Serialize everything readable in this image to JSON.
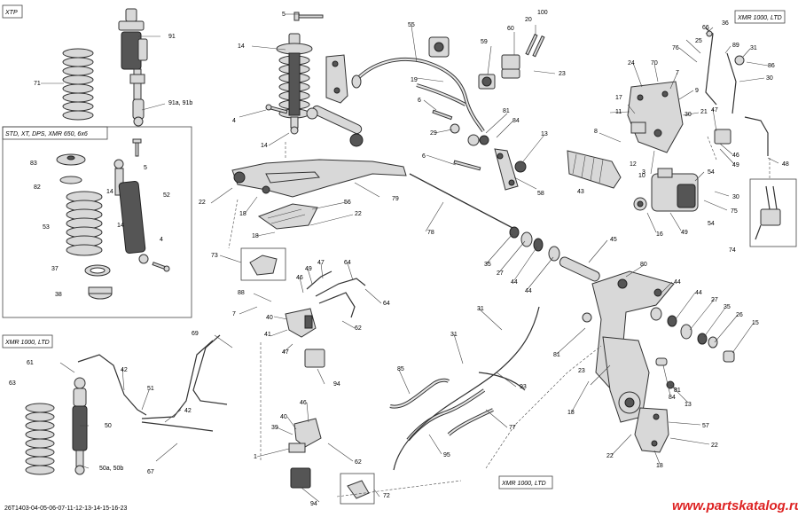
{
  "callouts": [
    {
      "label": "5"
    },
    {
      "label": "91"
    },
    {
      "label": "71"
    },
    {
      "label": "91a, 91b"
    },
    {
      "label": "14"
    },
    {
      "label": "4"
    },
    {
      "label": "14"
    },
    {
      "label": "55"
    },
    {
      "label": "100"
    },
    {
      "label": "20"
    },
    {
      "label": "60"
    },
    {
      "label": "59"
    },
    {
      "label": "19"
    },
    {
      "label": "23"
    },
    {
      "label": "6"
    },
    {
      "label": "81"
    },
    {
      "label": "84"
    },
    {
      "label": "29"
    },
    {
      "label": "13"
    },
    {
      "label": "6"
    },
    {
      "label": "58"
    },
    {
      "label": "36"
    },
    {
      "label": "66"
    },
    {
      "label": "25"
    },
    {
      "label": "76"
    },
    {
      "label": "89"
    },
    {
      "label": "31"
    },
    {
      "label": "86"
    },
    {
      "label": "24"
    },
    {
      "label": "70"
    },
    {
      "label": "7"
    },
    {
      "label": "30"
    },
    {
      "label": "17"
    },
    {
      "label": "11"
    },
    {
      "label": "9"
    },
    {
      "label": "21"
    },
    {
      "label": "47"
    },
    {
      "label": "30"
    },
    {
      "label": "8"
    },
    {
      "label": "12"
    },
    {
      "label": "10"
    },
    {
      "label": "46"
    },
    {
      "label": "49"
    },
    {
      "label": "48"
    },
    {
      "label": "3"
    },
    {
      "label": "54"
    },
    {
      "label": "43"
    },
    {
      "label": "54"
    },
    {
      "label": "30"
    },
    {
      "label": "75"
    },
    {
      "label": "16"
    },
    {
      "label": "49"
    },
    {
      "label": "74"
    },
    {
      "label": "83"
    },
    {
      "label": "5"
    },
    {
      "label": "82"
    },
    {
      "label": "14"
    },
    {
      "label": "52"
    },
    {
      "label": "53"
    },
    {
      "label": "14"
    },
    {
      "label": "4"
    },
    {
      "label": "37"
    },
    {
      "label": "38"
    },
    {
      "label": "22"
    },
    {
      "label": "18"
    },
    {
      "label": "79"
    },
    {
      "label": "56"
    },
    {
      "label": "22"
    },
    {
      "label": "18"
    },
    {
      "label": "78"
    },
    {
      "label": "35"
    },
    {
      "label": "27"
    },
    {
      "label": "44"
    },
    {
      "label": "44"
    },
    {
      "label": "45"
    },
    {
      "label": "80"
    },
    {
      "label": "73"
    },
    {
      "label": "49"
    },
    {
      "label": "47"
    },
    {
      "label": "64"
    },
    {
      "label": "46"
    },
    {
      "label": "64"
    },
    {
      "label": "88"
    },
    {
      "label": "7"
    },
    {
      "label": "40"
    },
    {
      "label": "62"
    },
    {
      "label": "41"
    },
    {
      "label": "47"
    },
    {
      "label": "94"
    },
    {
      "label": "69"
    },
    {
      "label": "31"
    },
    {
      "label": "31"
    },
    {
      "label": "44"
    },
    {
      "label": "44"
    },
    {
      "label": "27"
    },
    {
      "label": "35"
    },
    {
      "label": "26"
    },
    {
      "label": "15"
    },
    {
      "label": "81"
    },
    {
      "label": "23"
    },
    {
      "label": "81"
    },
    {
      "label": "84"
    },
    {
      "label": "13"
    },
    {
      "label": "18"
    },
    {
      "label": "57"
    },
    {
      "label": "22"
    },
    {
      "label": "18"
    },
    {
      "label": "22"
    },
    {
      "label": "61"
    },
    {
      "label": "42"
    },
    {
      "label": "63"
    },
    {
      "label": "51"
    },
    {
      "label": "42"
    },
    {
      "label": "50"
    },
    {
      "label": "50a, 50b"
    },
    {
      "label": "67"
    },
    {
      "label": "46"
    },
    {
      "label": "40"
    },
    {
      "label": "39"
    },
    {
      "label": "1"
    },
    {
      "label": "62"
    },
    {
      "label": "85"
    },
    {
      "label": "93"
    },
    {
      "label": "95"
    },
    {
      "label": "77"
    },
    {
      "label": "94"
    },
    {
      "label": "72"
    }
  ],
  "variant_boxes": {
    "xtp": "XTP",
    "std": "STD, XT, DPS, XMR 650, 6x6",
    "xmr_left": "XMR 1000, LTD",
    "xmr_right": "XMR 1000, LTD",
    "xmr_bottom": "XMR 1000, LTD"
  },
  "footer": {
    "reference": "26T1403-04-05-06-07-11-12-13-14-15-16-23",
    "watermark": "www.partskatalog.ru"
  },
  "colors": {
    "line": "#333333",
    "part_fill": "#d8d8d8",
    "watermark": "#dd2222"
  }
}
